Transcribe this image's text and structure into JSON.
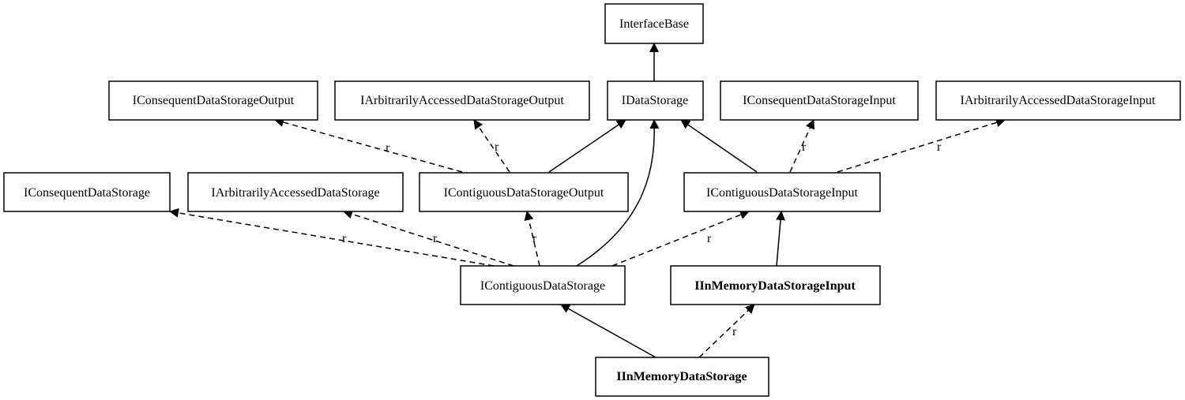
{
  "nodes": {
    "interface_base": "InterfaceBase",
    "i_consequent_output": "IConsequentDataStorageOutput",
    "i_arbitrarily_output": "IArbitrarilyAccessedDataStorageOutput",
    "i_data_storage": "IDataStorage",
    "i_consequent_input": "IConsequentDataStorageInput",
    "i_arbitrarily_input": "IArbitrarilyAccessedDataStorageInput",
    "i_consequent": "IConsequentDataStorage",
    "i_arbitrarily": "IArbitrarilyAccessedDataStorage",
    "i_contiguous_output": "IContiguousDataStorageOutput",
    "i_contiguous_input": "IContiguousDataStorageInput",
    "i_contiguous": "IContiguousDataStorage",
    "i_in_memory_input": "IInMemoryDataStorageInput",
    "i_in_memory": "IInMemoryDataStorage"
  },
  "edge_label": "r"
}
